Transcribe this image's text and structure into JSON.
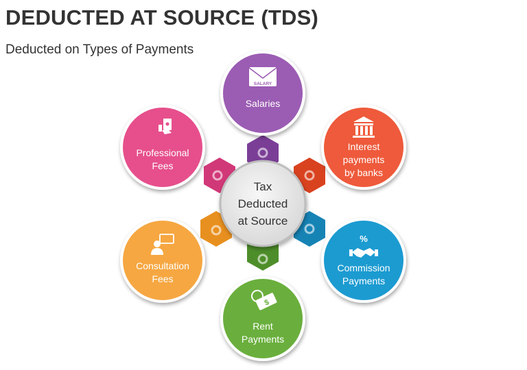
{
  "title": "DEDUCTED AT SOURCE (TDS)",
  "subtitle": "Deducted on Types of Payments",
  "center": {
    "lines": [
      "Tax",
      "Deducted",
      "at Source"
    ]
  },
  "nodes": [
    {
      "id": "salaries",
      "lines": [
        "Salaries"
      ],
      "icon": "salary-envelope-icon",
      "icon_text": "SALARY",
      "color": "#9B5BB3"
    },
    {
      "id": "interest",
      "lines": [
        "Interest",
        "payments",
        "by banks"
      ],
      "icon": "bank-icon",
      "color": "#EE5A3A"
    },
    {
      "id": "commission",
      "lines": [
        "Commission",
        "Payments"
      ],
      "icon": "handshake-percent-icon",
      "icon_text": "%",
      "color": "#1F9BD1"
    },
    {
      "id": "rent",
      "lines": [
        "Rent",
        "Payments"
      ],
      "icon": "money-bill-icon",
      "icon_text": "$",
      "color": "#6AAF3E"
    },
    {
      "id": "consultation",
      "lines": [
        "Consultation",
        "Fees"
      ],
      "icon": "consultant-icon",
      "color": "#F6A742"
    },
    {
      "id": "professional",
      "lines": [
        "Professional",
        "Fees"
      ],
      "icon": "cash-hand-icon",
      "color": "#E64F8C"
    }
  ]
}
